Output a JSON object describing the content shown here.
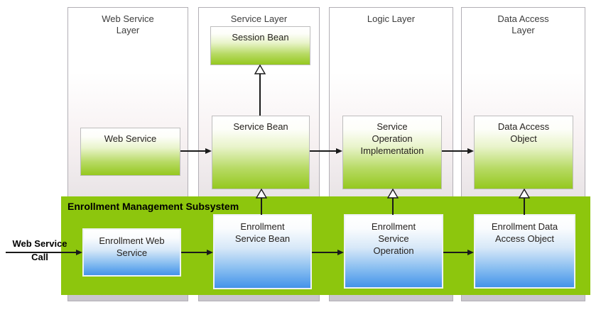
{
  "layers": [
    {
      "label": "Web Service\nLayer"
    },
    {
      "label": "Service Layer"
    },
    {
      "label": "Logic Layer"
    },
    {
      "label": "Data Access\nLayer"
    }
  ],
  "nodes": {
    "session_bean": {
      "label": "Session Bean"
    },
    "web_service": {
      "label": "Web Service"
    },
    "service_bean": {
      "label": "Service Bean"
    },
    "service_operation_implementation": {
      "label": "Service\nOperation\nImplementation"
    },
    "data_access_object": {
      "label": "Data Access\nObject"
    },
    "enrollment_web_service": {
      "label": "Enrollment Web\nService"
    },
    "enrollment_service_bean": {
      "label": "Enrollment\nService Bean"
    },
    "enrollment_service_operation": {
      "label": "Enrollment\nService\nOperation"
    },
    "enrollment_data_access_object": {
      "label": "Enrollment Data\nAccess Object"
    }
  },
  "subsystem": {
    "title": "Enrollment Management Subsystem"
  },
  "external_call": {
    "label": "Web Service\nCall"
  },
  "colors": {
    "band_green": "#8dc60d",
    "box_green_bottom": "#95c81f",
    "box_blue_bottom": "#4493ea",
    "panel_gray_bottom": "#c9c6cc",
    "arrow_black": "#1a1a1a"
  }
}
